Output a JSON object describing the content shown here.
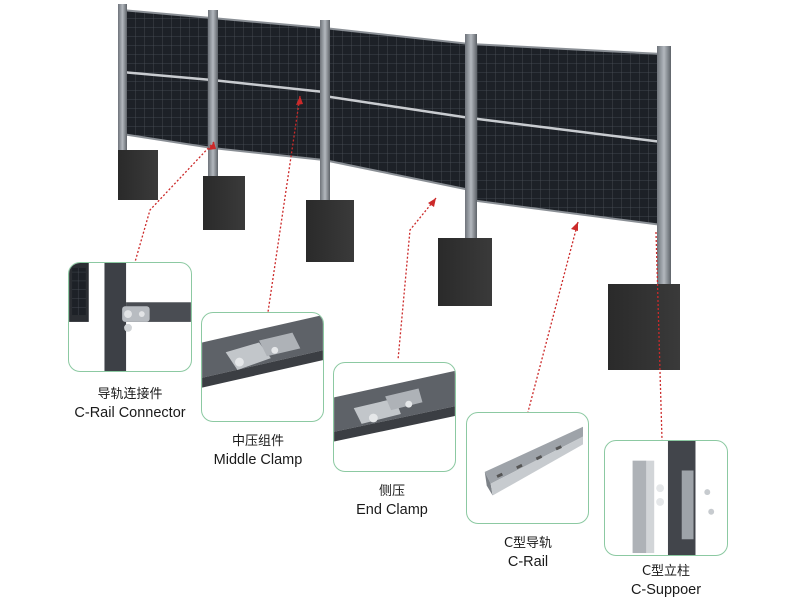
{
  "components": [
    {
      "id": "c-rail-connector",
      "zh": "导轨连接件",
      "en": "C-Rail Connector"
    },
    {
      "id": "middle-clamp",
      "zh": "中压组件",
      "en": "Middle Clamp"
    },
    {
      "id": "end-clamp",
      "zh": "侧压",
      "en": "End Clamp"
    },
    {
      "id": "c-rail",
      "zh": "C型导轨",
      "en": "C-Rail"
    },
    {
      "id": "c-support",
      "zh": "C型立柱",
      "en": "C-Suppoer"
    }
  ],
  "colors": {
    "callout_border": "#8cc9a2",
    "leader_line": "#cc2a2a",
    "panel": "#1c1f24",
    "metal": "#9aa0a6",
    "ballast": "#2b2b2b"
  }
}
